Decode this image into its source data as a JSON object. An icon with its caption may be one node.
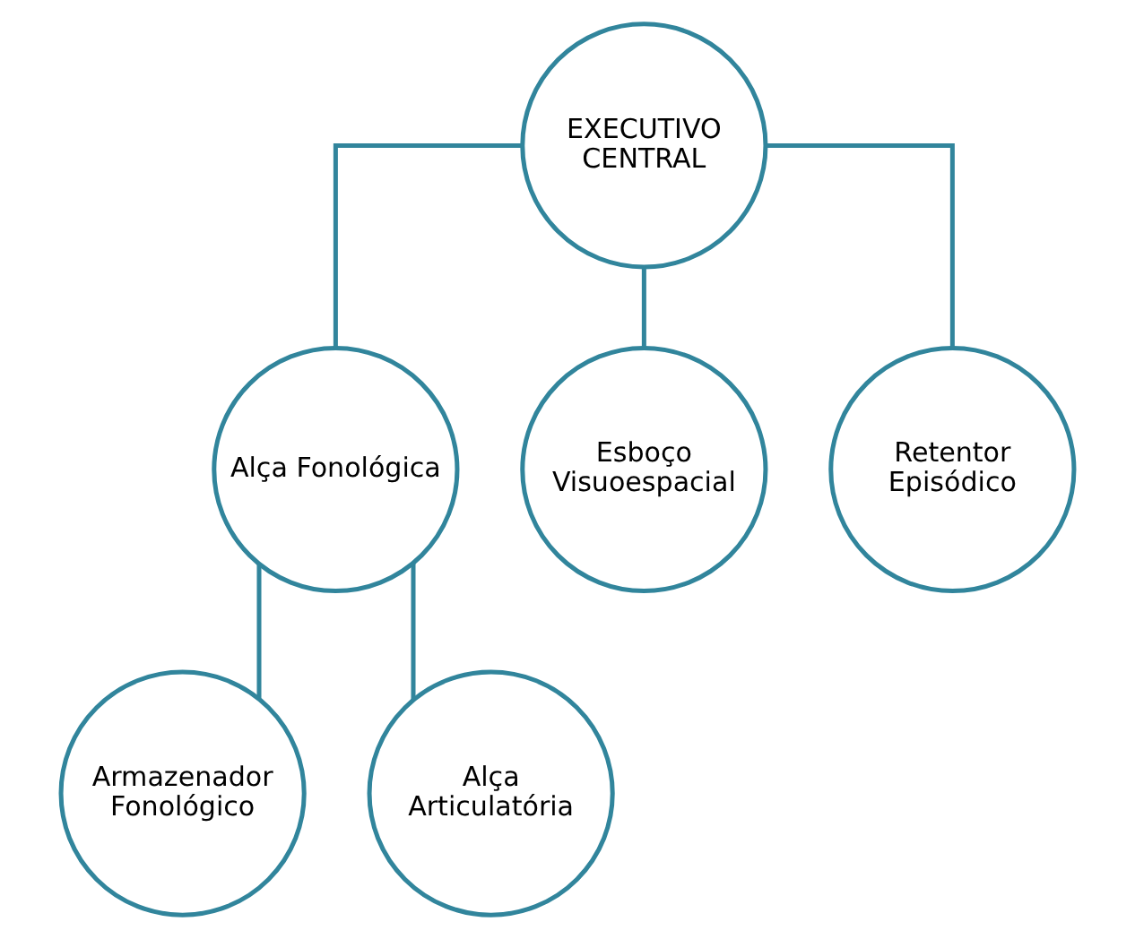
{
  "diagram": {
    "nodes": [
      {
        "text": [
          "EXECUTIVO CENTRAL"
        ]
      },
      {
        "text": [
          "Alça Fonológica"
        ]
      },
      {
        "text": [
          "Esboço Visuoespacial"
        ]
      },
      {
        "text": [
          "Retentor Episódico"
        ]
      },
      {
        "text": [
          "Armazenador Fonológico"
        ]
      },
      {
        "text": [
          "Alça Articulatória"
        ]
      }
    ],
    "edges": [
      {
        "from": 0,
        "to": 1,
        "arrow": "none"
      },
      {
        "from": 0,
        "to": 2,
        "arrow": "none"
      },
      {
        "from": 0,
        "to": 3,
        "arrow": "none"
      },
      {
        "from": 1,
        "to": 4,
        "arrow": "none"
      },
      {
        "from": 1,
        "to": 5,
        "arrow": "none"
      }
    ]
  }
}
